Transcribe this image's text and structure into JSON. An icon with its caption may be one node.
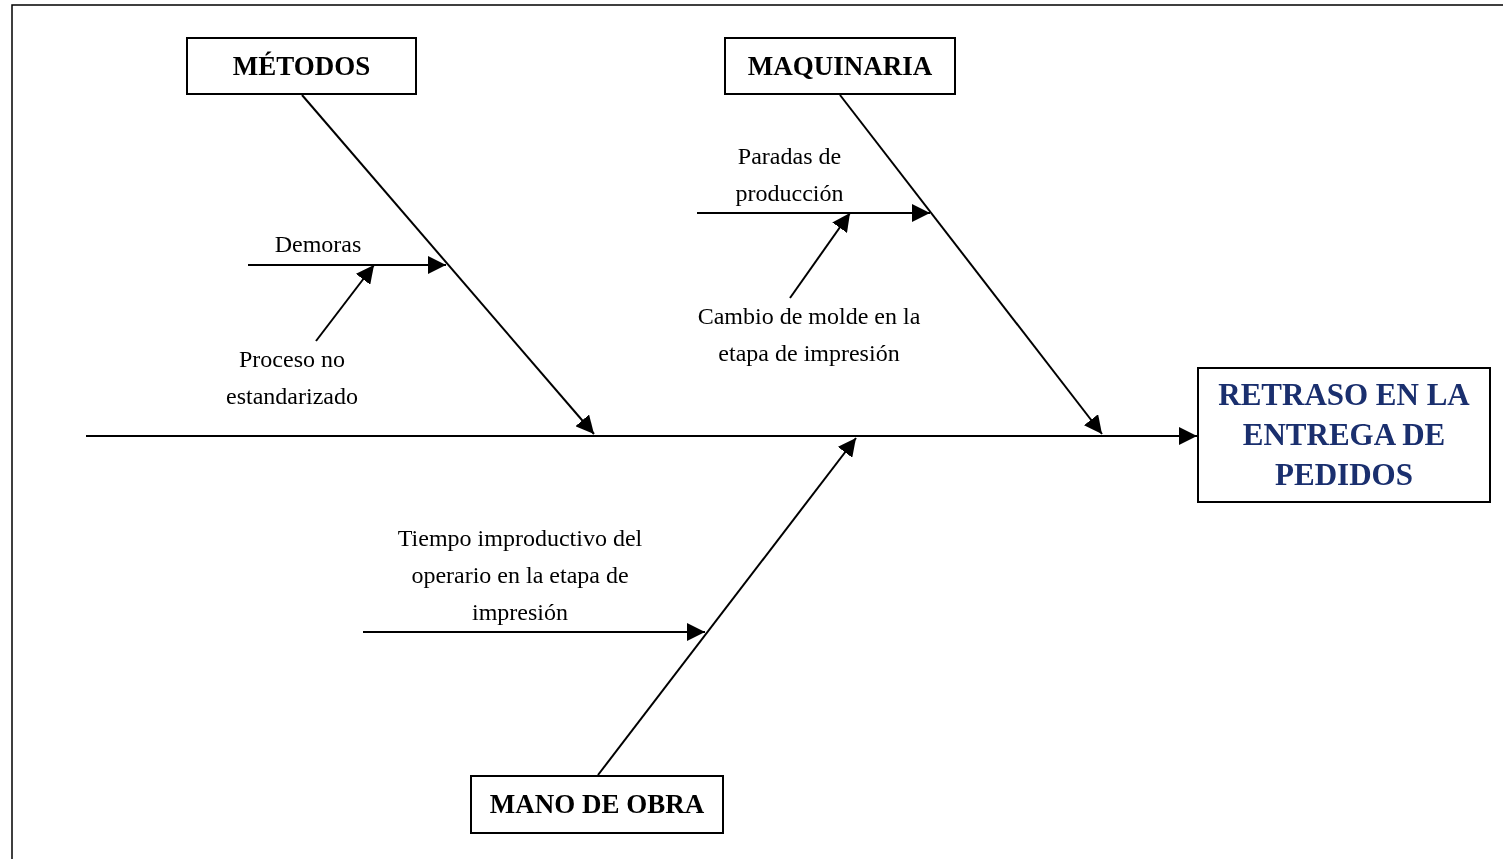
{
  "diagram": {
    "nodes": [
      {
        "text": [
          "MÉTODOS"
        ]
      },
      {
        "text": [
          "MAQUINARIA"
        ]
      },
      {
        "text": [
          "MANO DE OBRA"
        ]
      },
      {
        "text": [
          "RETRASO EN LA ENTREGA DE PEDIDOS"
        ]
      },
      {
        "text": [
          "Demoras"
        ]
      },
      {
        "text": [
          "Proceso no estandarizado"
        ]
      },
      {
        "text": [
          "Paradas de producción"
        ]
      },
      {
        "text": [
          "Cambio de molde en la etapa de impresión"
        ]
      },
      {
        "text": [
          "Tiempo improductivo del operario en la etapa de impresión"
        ]
      }
    ],
    "edges": [
      {
        "from": null,
        "to": 3,
        "arrow": "to"
      },
      {
        "from": 0,
        "to": null,
        "arrow": "to"
      },
      {
        "from": 1,
        "to": null,
        "arrow": "to"
      },
      {
        "from": 2,
        "to": null,
        "arrow": "to"
      },
      {
        "from": 4,
        "to": null,
        "arrow": "to"
      },
      {
        "from": 5,
        "to": 4,
        "arrow": "to"
      },
      {
        "from": 6,
        "to": null,
        "arrow": "to"
      },
      {
        "from": 7,
        "to": 6,
        "arrow": "to"
      },
      {
        "from": 8,
        "to": null,
        "arrow": "to"
      }
    ]
  }
}
